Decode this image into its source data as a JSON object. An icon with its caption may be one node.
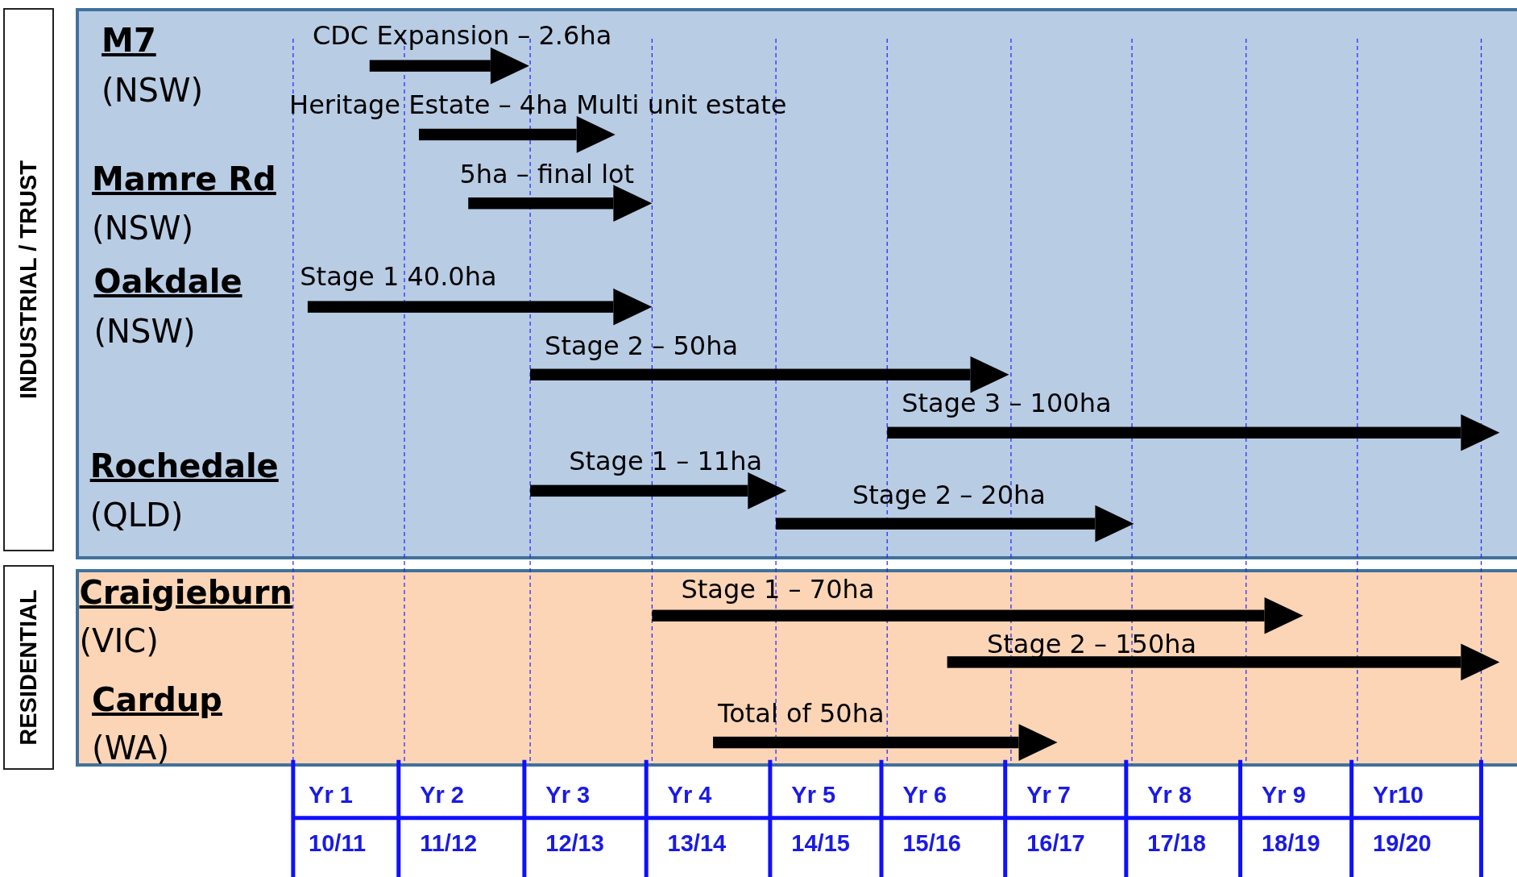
{
  "diagram": {
    "nodes": [
      {
        "text": [
          "INDUSTRIAL / TRUST"
        ]
      },
      {
        "text": [
          "M7",
          "(NSW)",
          "Mamre Rd",
          "(NSW)",
          "Oakdale",
          "(NSW)",
          "Rochedale",
          "(QLD)"
        ]
      },
      {
        "text": [
          "RESIDENTIAL"
        ]
      },
      {
        "text": [
          "Craigieburn",
          "(VIC)",
          "Cardup",
          "(WA)"
        ]
      }
    ],
    "labels": [
      "CDC Expansion – 2.6ha",
      "Heritage Estate – 4ha Multi unit estate",
      "5ha – final lot",
      "Stage 1 40.0ha",
      "Stage 2 – 50ha",
      "Stage 3 – 100ha",
      "Stage 1 – 11ha",
      "Stage 2 – 20ha",
      "Stage 1 – 70ha",
      "Stage 2 – 150ha",
      "Total of 50ha",
      "Yr 1",
      "Yr 2",
      "Yr 3",
      "Yr 4",
      "Yr 5",
      "Yr 6",
      "Yr 7",
      "Yr 8",
      "Yr 9",
      "Yr10",
      "10/11",
      "11/12",
      "12/13",
      "13/14",
      "14/15",
      "15/16",
      "16/17",
      "17/18",
      "18/19",
      "19/20"
    ]
  }
}
